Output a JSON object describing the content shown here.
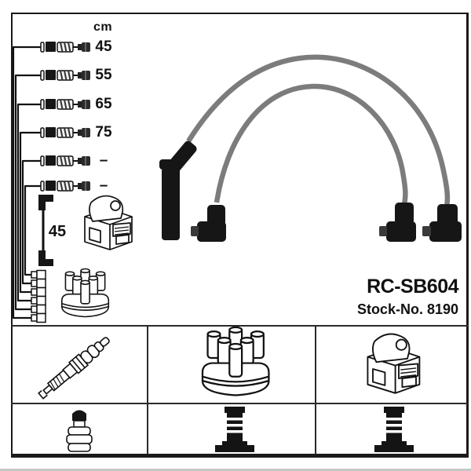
{
  "product": {
    "code": "RC-SB604",
    "stock_label": "Stock-No.",
    "stock_number": "8190"
  },
  "length_table": {
    "unit_header": "cm",
    "rows": [
      {
        "label": "45"
      },
      {
        "label": "55"
      },
      {
        "label": "65"
      },
      {
        "label": "75"
      },
      {
        "label": "–"
      },
      {
        "label": "–"
      }
    ],
    "coil_wire_label": "45"
  },
  "icons": {
    "top_area": [
      "ignition-coil-icon",
      "distributor-cap-icon",
      "cable-connector-icon",
      "coil-wire-icon",
      "ignition-lead-icon"
    ],
    "bottom_panel_row1": [
      "spark-plug-icon",
      "distributor-cap-icon",
      "ignition-coil-icon"
    ],
    "bottom_panel_row2": [
      "plug-terminal-nut-icon",
      "connector-boot-icon",
      "connector-boot-icon"
    ]
  },
  "colors": {
    "background": "#ffffff",
    "line_art": "#111111",
    "frame": "#1a1a1a",
    "boot_black": "#161616",
    "wire_gray": "#7c7c7c",
    "bottom_edge": "#c6c6c6"
  }
}
